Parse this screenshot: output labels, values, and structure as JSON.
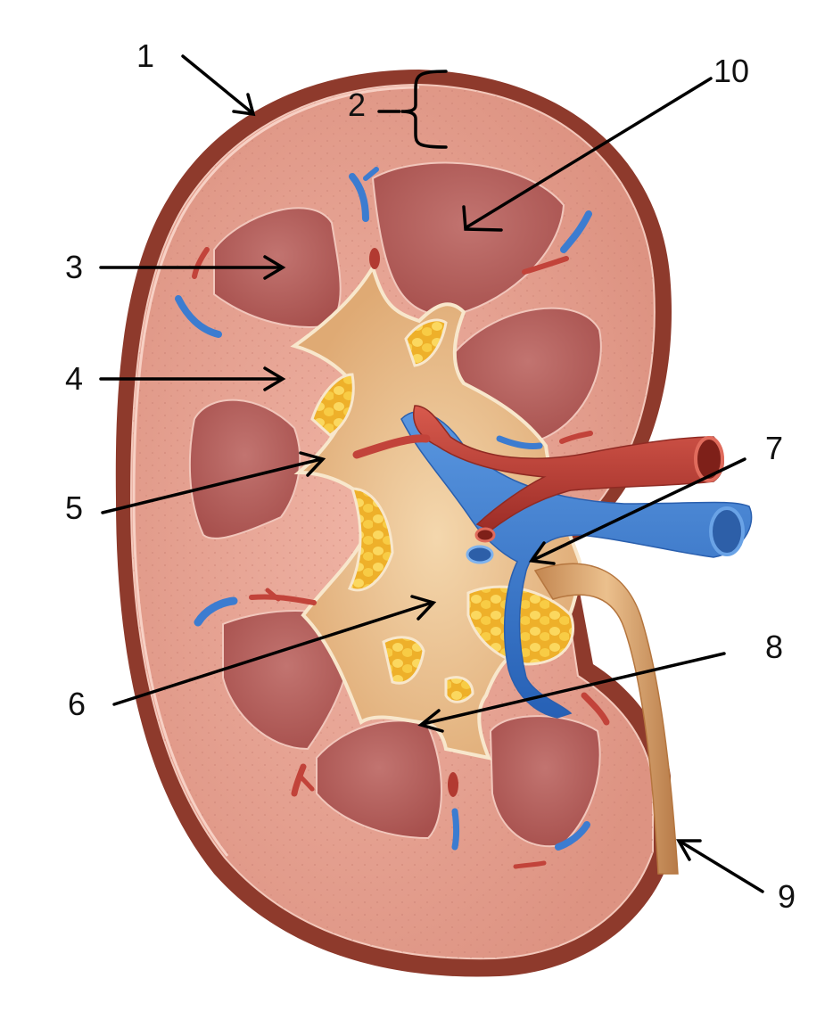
{
  "colors": {
    "capsule": "#8e3a2c",
    "cortex": "#e6a696",
    "pyramid": "#b55f5a",
    "pelvis": "#e8bd88",
    "fat": "#f4c23a",
    "artery": "#c2433a",
    "vein": "#3c7cd0",
    "ureter": "#d7a06a"
  },
  "callouts": [
    {
      "number": "1"
    },
    {
      "number": "2"
    },
    {
      "number": "3"
    },
    {
      "number": "4"
    },
    {
      "number": "5"
    },
    {
      "number": "6"
    },
    {
      "number": "7"
    },
    {
      "number": "8"
    },
    {
      "number": "9"
    },
    {
      "number": "10"
    }
  ]
}
